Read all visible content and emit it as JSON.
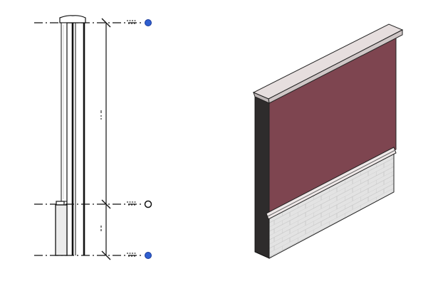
{
  "colors": {
    "background": "#ffffff",
    "line": "#111111",
    "level_head_blue": "#2f5fd0",
    "wall_finish": "#7e4550",
    "wall_side": "#2e2c2c",
    "cap": "#e6dede",
    "brick_base": "#e2e2e2",
    "base_fill": "#ececec"
  },
  "section_view": {
    "levels": [
      {
        "head_icon": "level-head-icon",
        "head_color": "blue"
      },
      {
        "head_icon": "level-head-icon",
        "head_color": "black"
      },
      {
        "head_icon": "level-head-icon",
        "head_color": "blue"
      }
    ]
  },
  "view_3d": {
    "icon": "wall-3d-view"
  }
}
